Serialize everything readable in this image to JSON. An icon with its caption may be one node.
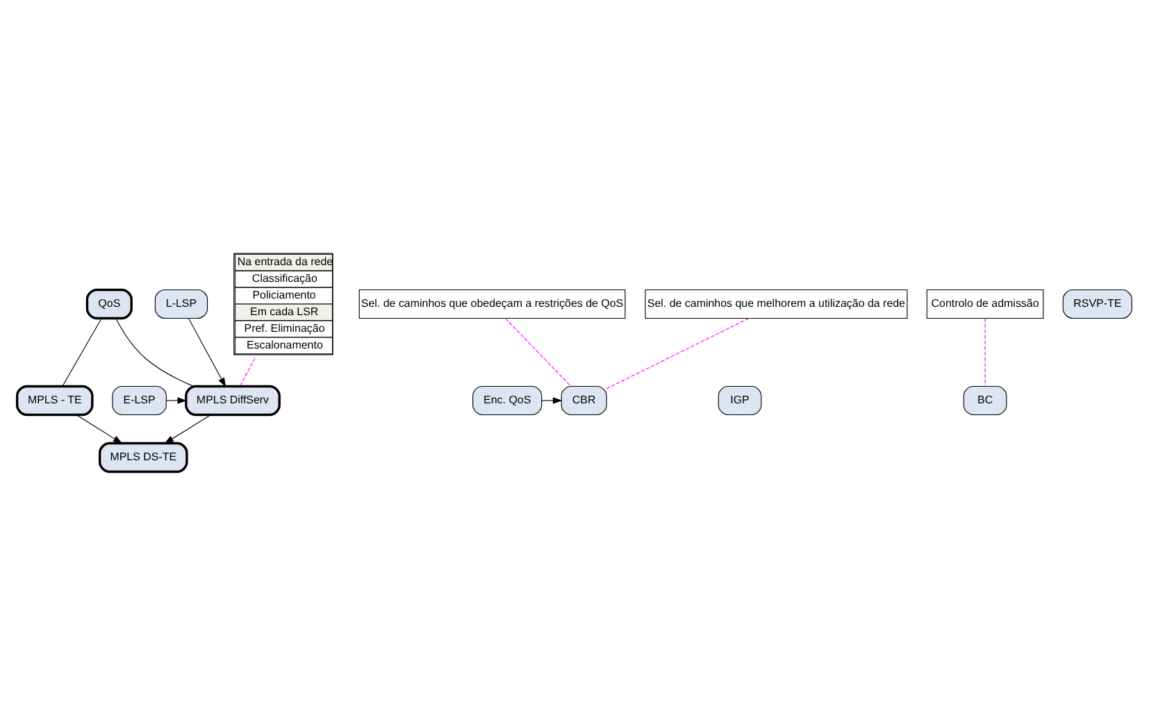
{
  "diagram": {
    "nodes": [
      {
        "text": [
          "QoS"
        ]
      },
      {
        "text": [
          "MPLS - TE"
        ]
      },
      {
        "text": [
          "MPLS DiffServ"
        ]
      },
      {
        "text": [
          "MPLS DS-TE"
        ]
      },
      {
        "text": [
          "Enc. QoS"
        ]
      },
      {
        "text": [
          "CBR"
        ]
      },
      {
        "text": [
          "IGP"
        ]
      },
      {
        "text": [
          "BC"
        ]
      },
      {
        "text": [
          "RSVP-TE"
        ]
      },
      {
        "text": [
          "E-LSP"
        ]
      },
      {
        "text": [
          "L-LSP"
        ]
      },
      {
        "text": [
          "Sel. de caminhos que obedeçam a restrições de QoS"
        ]
      },
      {
        "text": [
          "Sel. de caminhos que melhorem a utilização da rede"
        ]
      },
      {
        "text": [
          "Controlo de admissão"
        ]
      },
      {
        "text": [
          "Na entrada da rede",
          "Classificação",
          "Policiamento",
          "Em cada LSR",
          "Pref. Eliminação",
          "Escalonamento"
        ]
      }
    ],
    "edges": [
      {
        "from": 0,
        "to": 1,
        "arrow": "none"
      },
      {
        "from": 0,
        "to": 2,
        "arrow": "none"
      },
      {
        "from": 1,
        "to": 3,
        "arrow": "to"
      },
      {
        "from": 2,
        "to": 3,
        "arrow": "to"
      },
      {
        "from": 4,
        "to": 5,
        "arrow": "to"
      },
      {
        "from": 9,
        "to": 2,
        "arrow": "to"
      },
      {
        "from": 10,
        "to": 2,
        "arrow": "to"
      },
      {
        "from": 11,
        "to": 5,
        "arrow": "none",
        "style": "dashed",
        "color": "#ff00ff"
      },
      {
        "from": 12,
        "to": 5,
        "arrow": "none",
        "style": "dashed",
        "color": "#ff00ff"
      },
      {
        "from": 13,
        "to": 7,
        "arrow": "none",
        "style": "dashed",
        "color": "#ff00ff"
      },
      {
        "from": 14,
        "to": 2,
        "arrow": "none",
        "style": "dashed",
        "color": "#ff00ff"
      }
    ]
  }
}
